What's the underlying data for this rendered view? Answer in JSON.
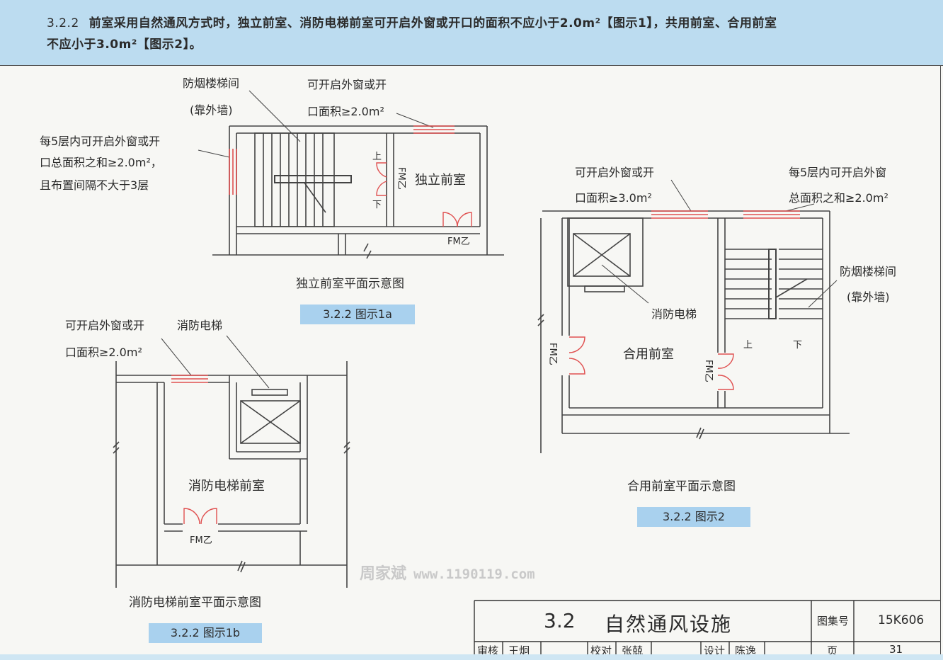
{
  "header": {
    "clause_number": "3.2.2",
    "clause_text_line1": "前室采用自然通风方式时，独立前室、消防电梯前室可开启外窗或开口的面积不应小于2.0m²【图示1】，共用前室、合用前室",
    "clause_text_line2": "不应小于3.0m²【图示2】。"
  },
  "figure_1a": {
    "label_stair": "防烟楼梯间",
    "label_stair_wall": "(靠外墙)",
    "label_window_top_1": "可开启外窗或开",
    "label_window_top_2": "口面积≥2.0m²",
    "label_window_left_1": "每5层内可开启外窗或开",
    "label_window_left_2": "口总面积之和≥2.0m²，",
    "label_window_left_3": "且布置间隔不大于3层",
    "label_room": "独立前室",
    "label_up": "上",
    "label_down": "下",
    "label_door_side": "FM乙",
    "label_door_bottom": "FM乙",
    "caption": "独立前室平面示意图",
    "badge": "3.2.2 图示1a"
  },
  "figure_1b": {
    "label_window_1": "可开启外窗或开",
    "label_window_2": "口面积≥2.0m²",
    "label_elevator": "消防电梯",
    "label_room": "消防电梯前室",
    "label_door": "FM乙",
    "caption": "消防电梯前室平面示意图",
    "badge": "3.2.2 图示1b"
  },
  "figure_2": {
    "label_window_left_1": "可开启外窗或开",
    "label_window_left_2": "口面积≥3.0m²",
    "label_window_right_1": "每5层内可开启外窗",
    "label_window_right_2": "总面积之和≥2.0m²",
    "label_stair": "防烟楼梯间",
    "label_stair_wall": "(靠外墙)",
    "label_elevator": "消防电梯",
    "label_room": "合用前室",
    "label_up": "上",
    "label_down": "下",
    "label_door_left": "FM乙",
    "label_door_right": "FM乙",
    "caption": "合用前室平面示意图",
    "badge": "3.2.2 图示2"
  },
  "watermark": {
    "name": "周家斌",
    "url": "www.1190119.com"
  },
  "title_block": {
    "section": "3.2",
    "title": "自然通风设施",
    "atlas_label": "图集号",
    "atlas_number": "15K606",
    "review_label": "审核",
    "reviewer": "王炯",
    "check_label": "校对",
    "checker": "张兢",
    "design_label": "设计",
    "designer": "陈逸",
    "page_label": "页",
    "page_number": "31"
  },
  "colors": {
    "header_band": "#bcdcf0",
    "badge": "#a9d1ee",
    "window_red": "#e05050",
    "wall_line": "#444444"
  }
}
